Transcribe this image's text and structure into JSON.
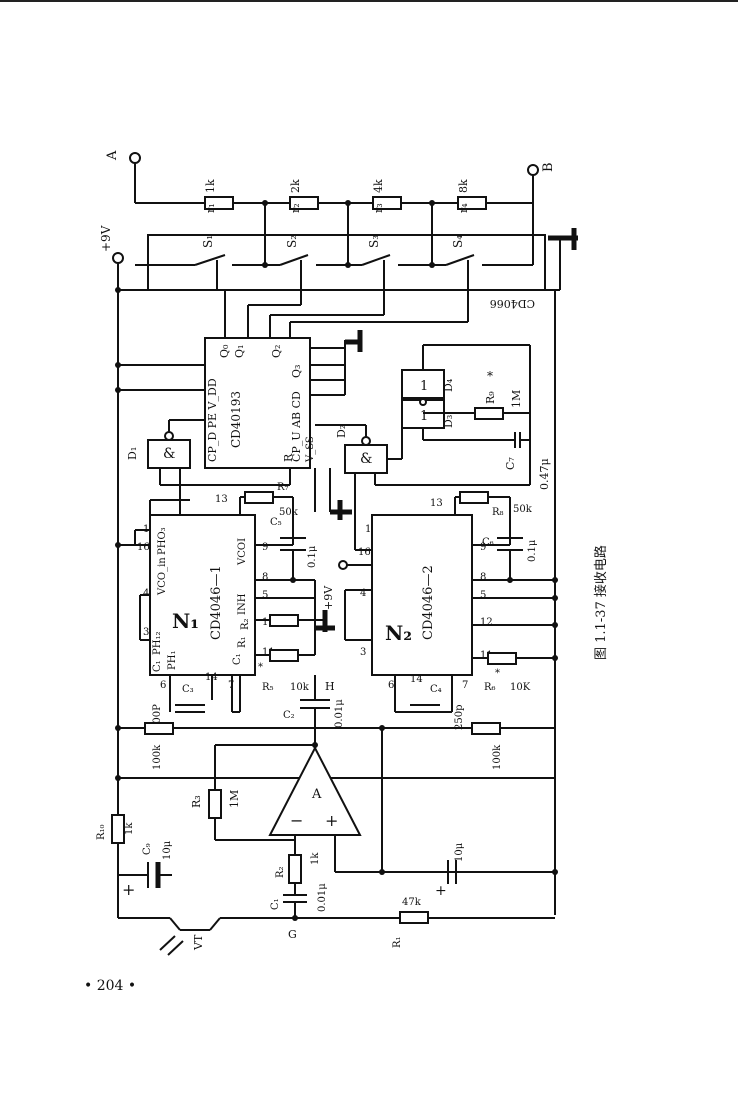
{
  "figure": {
    "caption": "图 1.1-37  接收电路",
    "page_number": "• 204 •"
  },
  "nodes": {
    "a": "A",
    "b": "B",
    "supply": "+9V",
    "h": "H",
    "g": "G",
    "vt": "VT",
    "plus_9v": "+9V"
  },
  "ladder": {
    "resistors": [
      {
        "ref": "r₁",
        "value": "1k"
      },
      {
        "ref": "r₂",
        "value": "2k"
      },
      {
        "ref": "r₃",
        "value": "4k"
      },
      {
        "ref": "r₄",
        "value": "8k"
      }
    ],
    "switches": [
      "S₁",
      "S₂",
      "S₃",
      "S₄"
    ],
    "switch_ic": "CD4066"
  },
  "counter": {
    "name": "CD40193",
    "pins_top": "CP_D PE V_DD",
    "pins_mid": "CP_U AB CD",
    "pins_bot": "V_SS",
    "pin_r": "R",
    "outputs": [
      "Q₀",
      "Q₁",
      "Q₂",
      "Q₃"
    ]
  },
  "gates": [
    {
      "ref": "D₁",
      "symbol": "&"
    },
    {
      "ref": "D₂",
      "symbol": "&"
    },
    {
      "ref": "D₃",
      "symbol": "1"
    },
    {
      "ref": "D₄",
      "symbol": "1"
    }
  ],
  "pll1": {
    "name": "CD4046—1",
    "tag": "N₁",
    "pins_left": [
      "PH₁₂",
      "VCO_in",
      "PHO₃",
      "PH₁",
      "C₁",
      "C₁"
    ],
    "pins_right": [
      "VCOI",
      "INH",
      "R₁",
      "R₂"
    ],
    "pin_numbers": [
      "1",
      "16",
      "4",
      "3",
      "6",
      "14",
      "7",
      "13",
      "9",
      "8",
      "5",
      "12",
      "11"
    ]
  },
  "pll2": {
    "name": "CD4046—2",
    "tag": "N₂",
    "pin_numbers": [
      "1",
      "16",
      "4",
      "3",
      "6",
      "14",
      "7",
      "13",
      "9",
      "8",
      "5",
      "12",
      "11"
    ]
  },
  "parts": {
    "r7": "R₇",
    "r7_val": "50k",
    "r8": "R₈",
    "r8_val": "50k",
    "r9": "R₉",
    "r9_val": "1M",
    "r9_mark": "*",
    "r5": "R₅",
    "r5_val": "10k",
    "r5_mark": "*",
    "r6": "R₆",
    "r6_val": "10K",
    "r6_mark": "*",
    "c5": "C₅",
    "c5_val": "0.1μ",
    "c6": "C₆",
    "c6_val": "0.1μ",
    "c7": "C₇",
    "c7_val": "0.47μ",
    "c3": "C₃",
    "c3_val": "500P",
    "c4": "C₄",
    "c4_val": "250p",
    "c2": "C₂",
    "c2_val": "0.01μ",
    "c1": "C₁",
    "c1_val": "0.01μ",
    "c9": "C₉",
    "c9_val": "10μ",
    "c10_val": "10μ",
    "r3": "R₃",
    "r3_val": "1M",
    "r2": "R₂",
    "r2_val": "1k",
    "r1": "R₁",
    "r1_val": "47k",
    "r10": "R₁₀",
    "r10_val": "1k",
    "rl_val": "100k",
    "rr_val": "100k",
    "amp": "A",
    "amp_minus": "−",
    "amp_plus": "+"
  }
}
